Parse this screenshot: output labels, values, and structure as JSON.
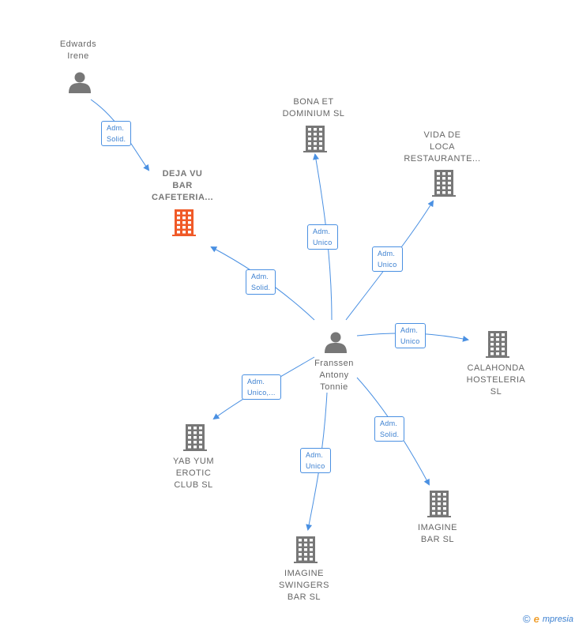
{
  "nodes": {
    "edwards": {
      "label": "Edwards\nIrene",
      "kind": "person"
    },
    "franssen": {
      "label": "Franssen\nAntony\nTonnie",
      "kind": "person"
    },
    "deja_vu": {
      "label": "DEJA VU\nBAR\nCAFETERIA...",
      "kind": "company",
      "highlight": true
    },
    "bona_et": {
      "label": "BONA ET\nDOMINIUM  SL",
      "kind": "company"
    },
    "vida_de": {
      "label": "VIDA DE\nLOCA\nRESTAURANTE...",
      "kind": "company"
    },
    "calahonda": {
      "label": "CALAHONDA\nHOSTELERIA\nSL",
      "kind": "company"
    },
    "yab_yum": {
      "label": "YAB YUM\nEROTIC\nCLUB  SL",
      "kind": "company"
    },
    "imagine_swingers": {
      "label": "IMAGINE\nSWINGERS\nBAR  SL",
      "kind": "company"
    },
    "imagine_bar": {
      "label": "IMAGINE\nBAR  SL",
      "kind": "company"
    }
  },
  "edges": [
    {
      "from": "edwards",
      "to": "deja_vu",
      "label": "Adm.\nSolid."
    },
    {
      "from": "franssen",
      "to": "deja_vu",
      "label": "Adm.\nSolid."
    },
    {
      "from": "franssen",
      "to": "bona_et",
      "label": "Adm.\nUnico"
    },
    {
      "from": "franssen",
      "to": "vida_de",
      "label": "Adm.\nUnico"
    },
    {
      "from": "franssen",
      "to": "calahonda",
      "label": "Adm.\nUnico"
    },
    {
      "from": "franssen",
      "to": "yab_yum",
      "label": "Adm.\nUnico,..."
    },
    {
      "from": "franssen",
      "to": "imagine_swingers",
      "label": "Adm.\nUnico"
    },
    {
      "from": "franssen",
      "to": "imagine_bar",
      "label": "Adm.\nSolid."
    }
  ],
  "colors": {
    "edge": "#4a90e2",
    "company": "#777777",
    "highlight": "#f05a28",
    "person": "#777777"
  },
  "footer": {
    "copyright": "©",
    "brand_initial": "e",
    "brand_rest": "mpresia"
  }
}
